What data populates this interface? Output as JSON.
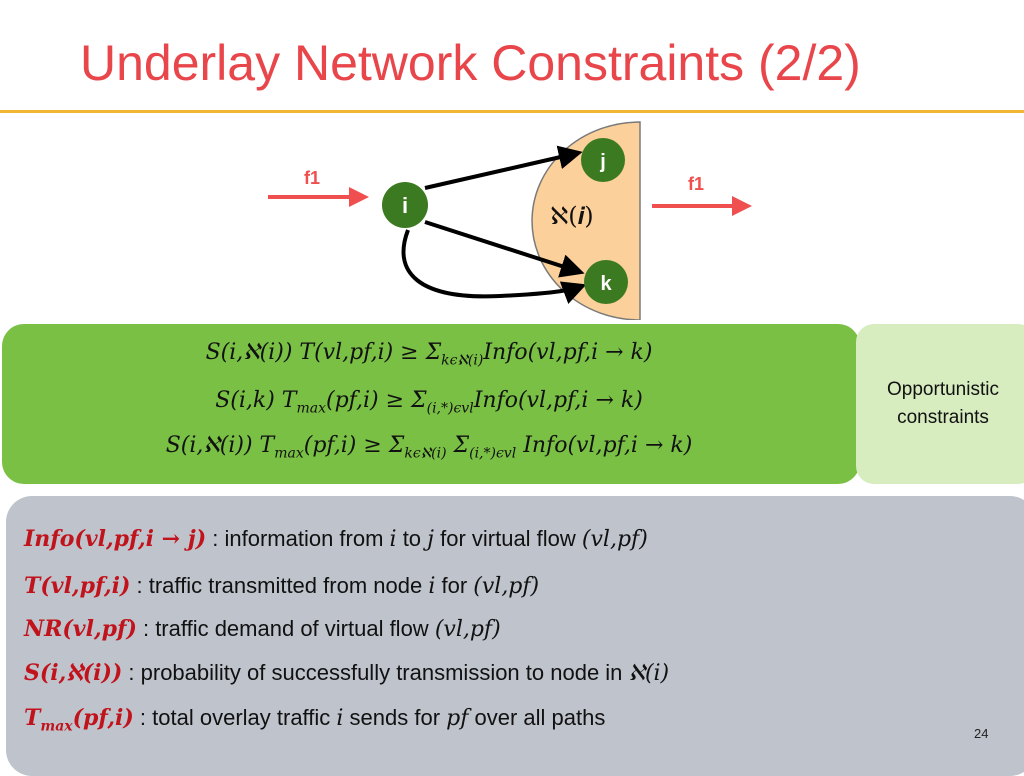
{
  "slide": {
    "title": "Underlay Network Constraints (2/2)",
    "page_number": "24"
  },
  "diagram": {
    "node_i": "i",
    "node_j": "j",
    "node_k": "k",
    "flow_in": "f1",
    "flow_out": "f1",
    "neighborhood_label": "ℵ(𝒊)",
    "colors": {
      "node": "#3c7a22",
      "region": "#fcd09a",
      "arrow": "#ef4f4f",
      "edge": "#000000"
    }
  },
  "equations": {
    "line1": "S(i,ℵ(i)) T(vl,pf,i) ≥ Σ_{kϵℵ(i)} Info(vl,pf,i → k)",
    "line1_parts": [
      "S(i,ℵ(i)) T(vl,pf,i) ≥ Σ",
      "kϵℵ(i)",
      "Info(vl,pf,i → k)"
    ],
    "line2_parts": [
      "S(i,k) T",
      "max",
      "(pf,i) ≥ Σ",
      "(i,*)ϵvl",
      "Info(vl,pf,i → k)"
    ],
    "line3_parts": [
      "S(i,ℵ(i)) T",
      "max",
      "(pf,i) ≥ Σ",
      "kϵℵ(i)",
      " Σ",
      "(i,*)ϵvl",
      " Info(vl,pf,i → k)"
    ]
  },
  "side_label": {
    "line1": "Opportunistic",
    "line2": "constraints"
  },
  "definitions": [
    {
      "term": "Info(vl,pf,i → j)",
      "text_parts": [
        " : information from ",
        "i",
        " to ",
        "j",
        " for virtual flow ",
        "(vl,pf)"
      ]
    },
    {
      "term": "T(vl,pf,i)",
      "text_parts": [
        " : traffic transmitted from node ",
        "i",
        " for ",
        "(vl,pf)"
      ]
    },
    {
      "term": "NR(vl,pf)",
      "text_parts": [
        " : traffic demand of virtual flow ",
        "(vl,pf)"
      ]
    },
    {
      "term": "S(i,ℵ(i))",
      "text_parts": [
        " :  probability of successfully transmission to node in ",
        "ℵ(i)"
      ]
    },
    {
      "term_parts": [
        "T",
        "max",
        "(pf,i)"
      ],
      "text_parts": [
        " : total overlay traffic ",
        "i",
        " sends for ",
        "pf",
        " over all paths"
      ]
    }
  ]
}
